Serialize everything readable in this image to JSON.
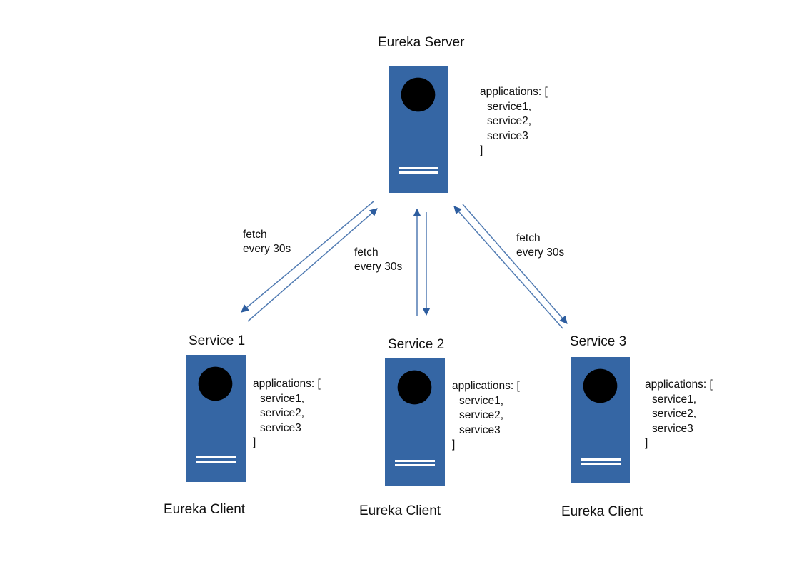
{
  "server": {
    "title": "Eureka Server",
    "registry": [
      "applications: [",
      "service1,",
      "service2,",
      "service3",
      "]"
    ]
  },
  "services": [
    {
      "title": "Service 1",
      "role_label": "Eureka Client",
      "registry": [
        "applications: [",
        "service1,",
        "service2,",
        "service3",
        "]"
      ]
    },
    {
      "title": "Service 2",
      "role_label": "Eureka Client",
      "registry": [
        "applications: [",
        "service1,",
        "service2,",
        "service3",
        "]"
      ]
    },
    {
      "title": "Service 3",
      "role_label": "Eureka Client",
      "registry": [
        "applications: [",
        "service1,",
        "service2,",
        "service3",
        "]"
      ]
    }
  ],
  "connections": [
    {
      "label": [
        "fetch",
        "every 30s"
      ]
    },
    {
      "label": [
        "fetch",
        "every 30s"
      ]
    },
    {
      "label": [
        "fetch",
        "every 30s"
      ]
    }
  ],
  "colors": {
    "node_fill": "#3566a4",
    "icon": "#ffffff",
    "arrow_line": "#527cb3",
    "arrow_head": "#2d5d9f",
    "text": "#111111"
  }
}
